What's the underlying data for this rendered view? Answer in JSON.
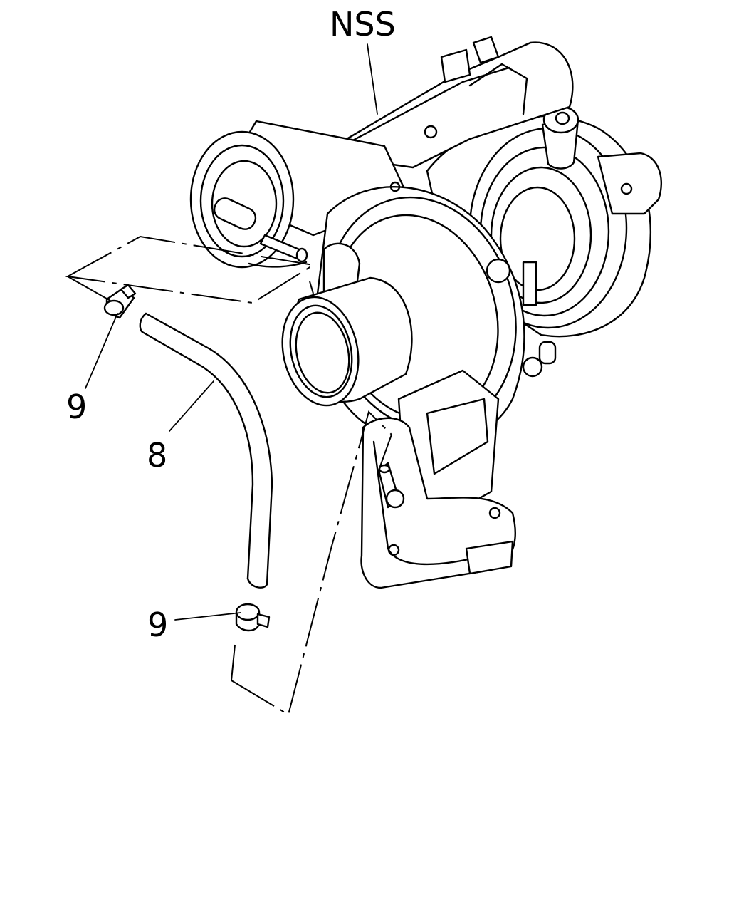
{
  "diagram": {
    "callouts": {
      "assembly": "NSS",
      "hose": "8",
      "clamp_upper": "9",
      "clamp_lower": "9"
    }
  }
}
